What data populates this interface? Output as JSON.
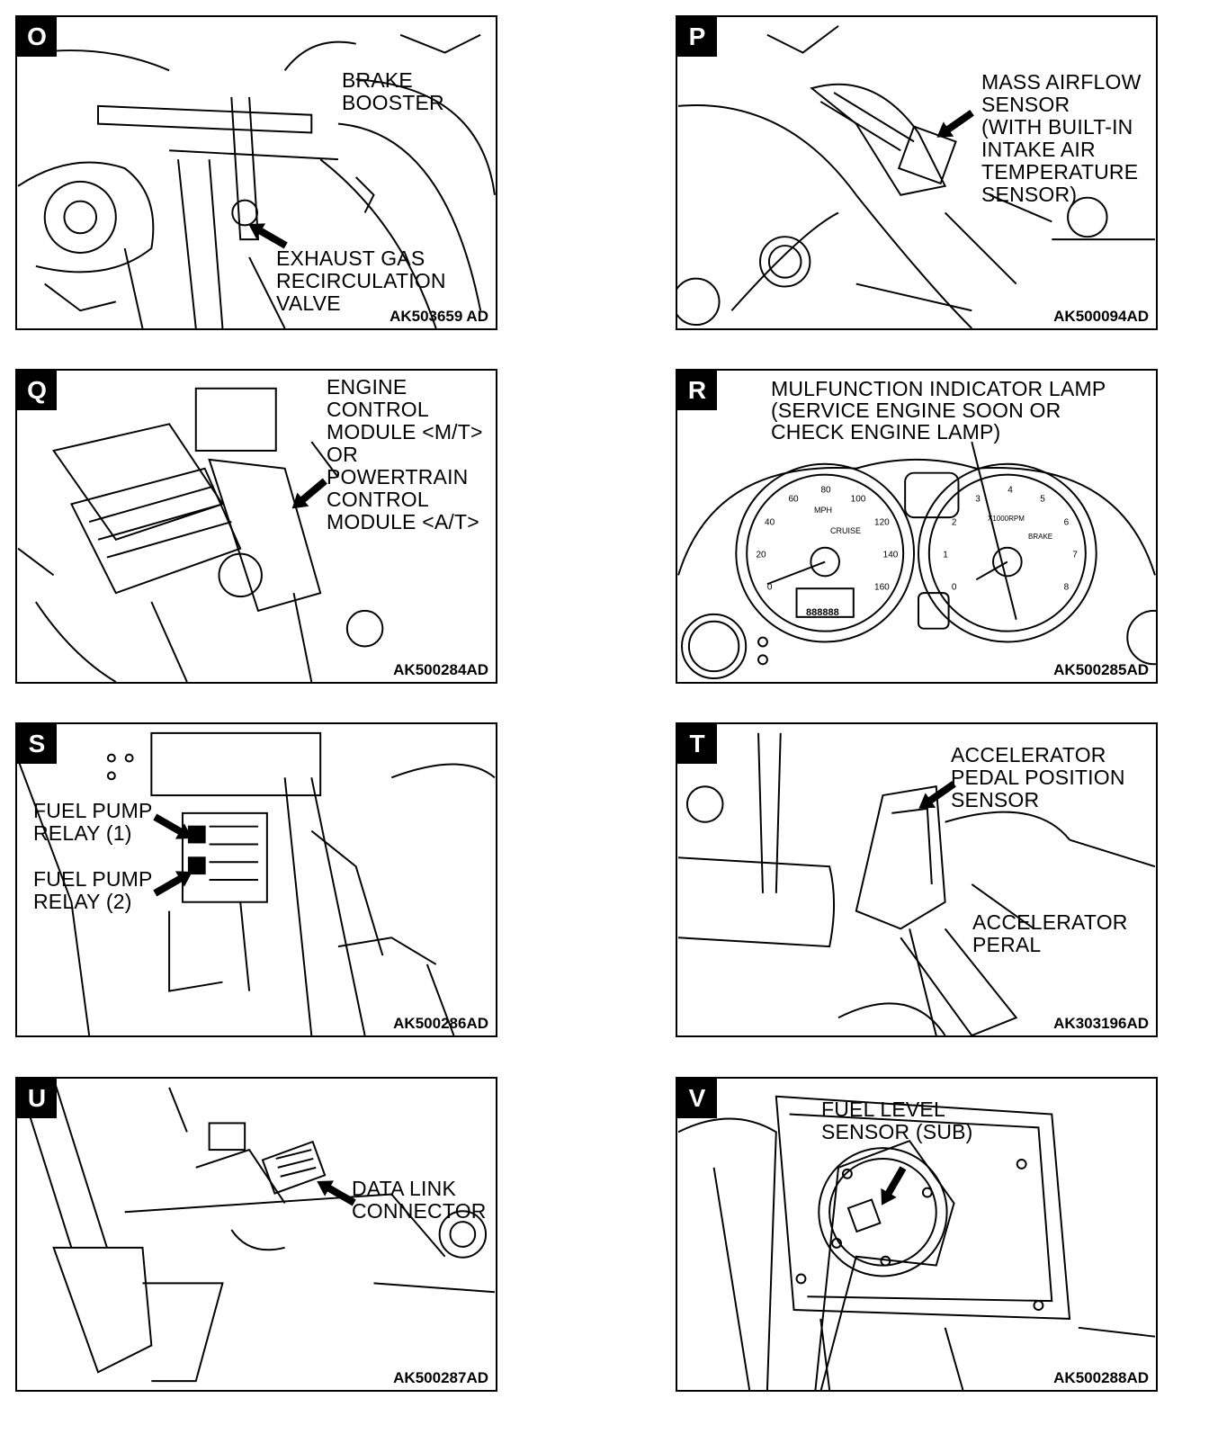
{
  "panels": [
    {
      "letter": "O",
      "labels": [
        "BRAKE\nBOOSTER",
        "EXHAUST GAS\nRECIRCULATION\nVALVE"
      ],
      "code": "AK503659 AD"
    },
    {
      "letter": "P",
      "labels": [
        "MASS AIRFLOW\nSENSOR\n(WITH BUILT-IN\nINTAKE AIR\nTEMPERATURE\nSENSOR)"
      ],
      "code": "AK500094AD"
    },
    {
      "letter": "Q",
      "labels": [
        "ENGINE\nCONTROL\nMODULE <M/T>\nOR\nPOWERTRAIN\nCONTROL\nMODULE <A/T>"
      ],
      "code": "AK500284AD"
    },
    {
      "letter": "R",
      "labels": [
        "MULFUNCTION INDICATOR LAMP\n(SERVICE ENGINE SOON OR\nCHECK ENGINE LAMP)"
      ],
      "code": "AK500285AD",
      "gauges": {
        "speed_ticks": [
          "0",
          "20",
          "40",
          "60",
          "80",
          "100",
          "120",
          "140",
          "160"
        ],
        "speed_unit": "MPH",
        "cruise": "CRUISE",
        "odo": "888888",
        "tach_ticks": [
          "0",
          "1",
          "2",
          "3",
          "4",
          "5",
          "6",
          "7",
          "8"
        ],
        "tach_unit": "X1000RPM",
        "brake": "BRAKE"
      }
    },
    {
      "letter": "S",
      "labels": [
        "FUEL PUMP\nRELAY (1)",
        "FUEL PUMP\nRELAY (2)"
      ],
      "code": "AK500286AD"
    },
    {
      "letter": "T",
      "labels": [
        "ACCELERATOR\nPEDAL POSITION\nSENSOR",
        "ACCELERATOR\nPERAL"
      ],
      "code": "AK303196AD"
    },
    {
      "letter": "U",
      "labels": [
        "DATA LINK\nCONNECTOR"
      ],
      "code": "AK500287AD"
    },
    {
      "letter": "V",
      "labels": [
        "FUEL LEVEL\nSENSOR (SUB)"
      ],
      "code": "AK500288AD"
    }
  ]
}
